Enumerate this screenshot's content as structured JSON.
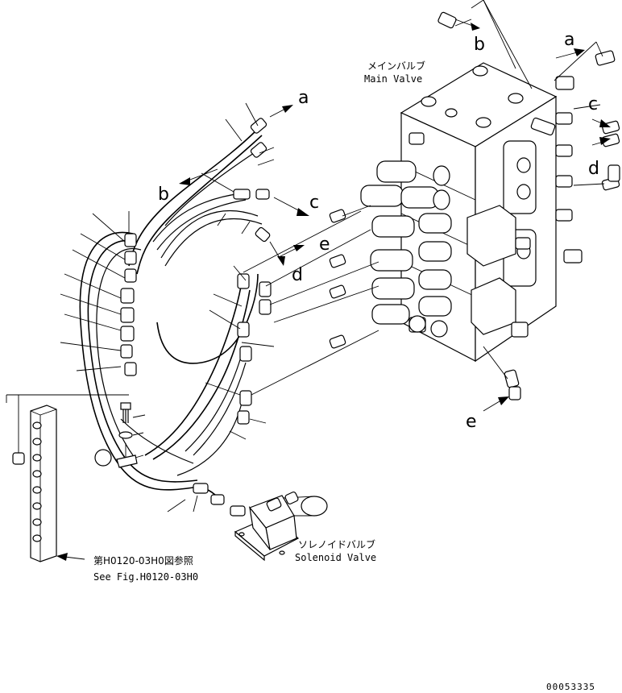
{
  "main_valve": {
    "label_jp": "メインバルブ",
    "label_en": "Main Valve"
  },
  "solenoid_valve": {
    "label_jp": "ソレノイドバルブ",
    "label_en": "Solenoid Valve"
  },
  "block_reference": {
    "label_jp": "第H0120-03H0図参照",
    "label_en": "See Fig.H0120-03H0"
  },
  "connection_labels": {
    "a_right": "a",
    "a_left": "a",
    "b_top": "b",
    "b_left": "b",
    "c_right": "c",
    "c_mid": "c",
    "d_right": "d",
    "d_mid": "d",
    "e_mid": "e",
    "e_bottom": "e"
  },
  "document_number": "00053335"
}
